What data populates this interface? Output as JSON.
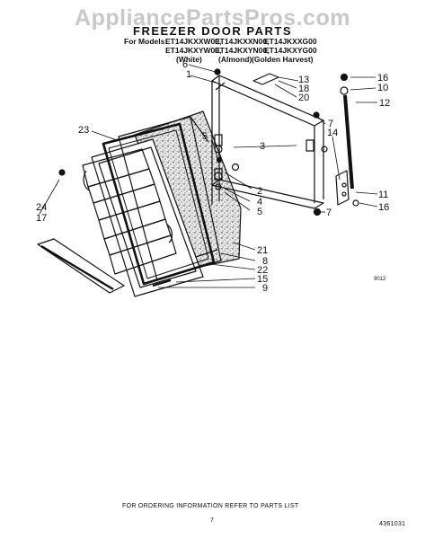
{
  "watermark": "AppliancePartsPros.com",
  "title": "FREEZER DOOR PARTS",
  "models": {
    "prefix": "For Models:",
    "row1": [
      "ET14JKXXW00,",
      "ET14JKXXN00,",
      "ET14JKXXG00"
    ],
    "row2": [
      "ET14JKXYW00,",
      "ET14JKXYN00,",
      "ET14JKXYG00"
    ],
    "colors": [
      "(White)",
      "(Almond)",
      "(Golden Harvest)"
    ]
  },
  "callouts": {
    "c1": "1",
    "c2": "2",
    "c3": "3",
    "c4": "4",
    "c5a": "5",
    "c5b": "5",
    "c6": "6",
    "c7a": "7",
    "c7b": "7",
    "c8": "8",
    "c9": "9",
    "c10": "10",
    "c11": "11",
    "c12": "12",
    "c13": "13",
    "c14": "14",
    "c15": "15",
    "c16a": "16",
    "c16b": "16",
    "c17": "17",
    "c18": "18",
    "c20": "20",
    "c21": "21",
    "c22": "22",
    "c23": "23",
    "c24": "24"
  },
  "figure_code": "9012",
  "footer": {
    "ordering": "FOR ORDERING INFORMATION REFER TO PARTS LIST",
    "page": "7",
    "doc_number": "4361031"
  }
}
